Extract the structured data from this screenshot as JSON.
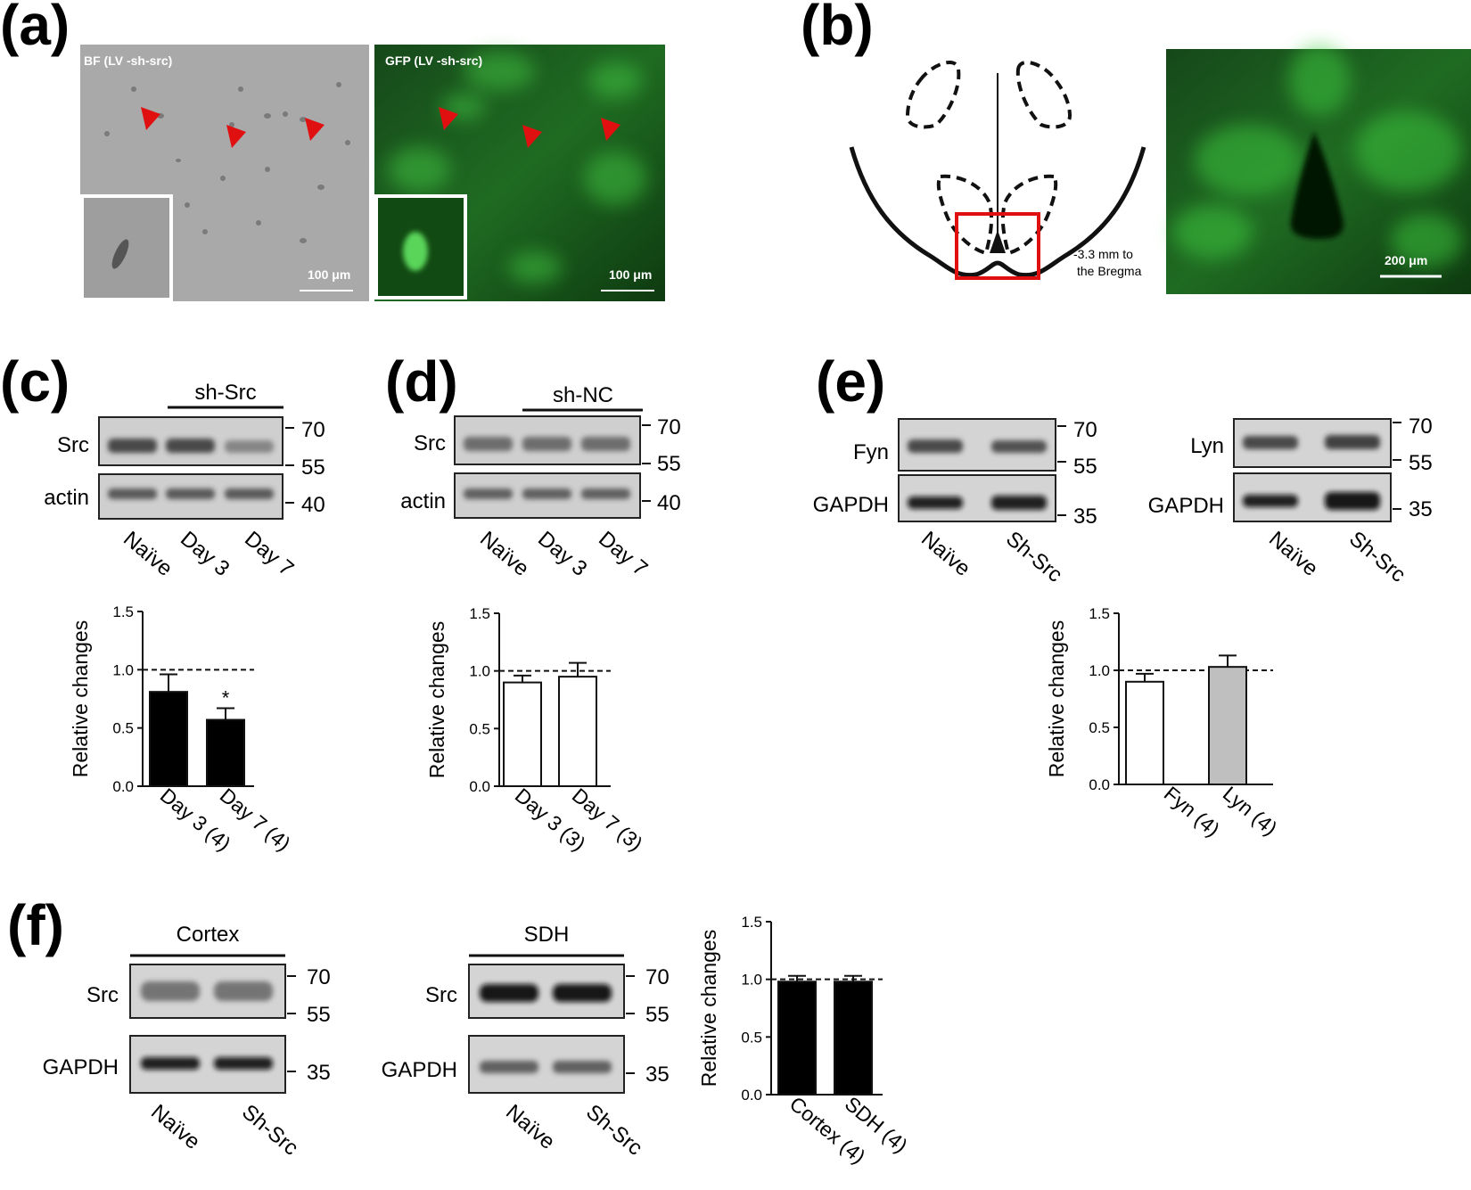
{
  "panels": {
    "a": "(a)",
    "b": "(b)",
    "c": "(c)",
    "d": "(d)",
    "e": "(e)",
    "f": "(f)"
  },
  "a": {
    "bf_label": "BF (LV -sh-src)",
    "gfp_label": "GFP (LV -sh-src)",
    "scale": "100 μm"
  },
  "b": {
    "coord_line1": "-3.3 mm to",
    "coord_line2": "the Bregma",
    "scale": "200 μm"
  },
  "c": {
    "header": "sh-Src",
    "row1": "Src",
    "row2": "actin",
    "mw": [
      "70",
      "55",
      "40"
    ],
    "lanes": [
      "Naïve",
      "Day 3",
      "Day 7"
    ]
  },
  "d": {
    "header": "sh-NC",
    "row1": "Src",
    "row2": "actin",
    "mw": [
      "70",
      "55",
      "40"
    ],
    "lanes": [
      "Naïve",
      "Day 3",
      "Day 7"
    ]
  },
  "e": {
    "left": {
      "row1": "Fyn",
      "row2": "GAPDH",
      "mw": [
        "70",
        "55",
        "35"
      ],
      "lanes": [
        "Naïve",
        "Sh-Src"
      ]
    },
    "right": {
      "row1": "Lyn",
      "row2": "GAPDH",
      "mw": [
        "70",
        "55",
        "35"
      ],
      "lanes": [
        "Naïve",
        "Sh-Src"
      ]
    }
  },
  "f": {
    "left": {
      "header": "Cortex",
      "row1": "Src",
      "row2": "GAPDH",
      "mw": [
        "70",
        "55",
        "35"
      ],
      "lanes": [
        "Naïve",
        "Sh-Src"
      ]
    },
    "right": {
      "header": "SDH",
      "row1": "Src",
      "row2": "GAPDH",
      "mw": [
        "70",
        "55",
        "35"
      ],
      "lanes": [
        "Naïve",
        "Sh-Src"
      ]
    }
  },
  "chart_data": [
    {
      "id": "c",
      "type": "bar",
      "categories": [
        "Day 3 (4)",
        "Day 7 (4)"
      ],
      "values": [
        0.81,
        0.57
      ],
      "errors": [
        0.15,
        0.1
      ],
      "colors": [
        "#000000",
        "#000000"
      ],
      "significance": [
        "",
        "*"
      ],
      "ylabel": "Relative changes",
      "ylim": [
        0,
        1.5
      ],
      "yticks": [
        "0.0",
        "0.5",
        "1.0",
        "1.5"
      ],
      "reference_line": 1.0
    },
    {
      "id": "d",
      "type": "bar",
      "categories": [
        "Day 3 (3)",
        "Day 7 (3)"
      ],
      "values": [
        0.9,
        0.95
      ],
      "errors": [
        0.06,
        0.12
      ],
      "colors": [
        "#ffffff",
        "#ffffff"
      ],
      "significance": [
        "",
        ""
      ],
      "ylabel": "Relative changes",
      "ylim": [
        0,
        1.5
      ],
      "yticks": [
        "0.0",
        "0.5",
        "1.0",
        "1.5"
      ],
      "reference_line": 1.0
    },
    {
      "id": "e",
      "type": "bar",
      "categories": [
        "Fyn (4)",
        "Lyn (4)"
      ],
      "values": [
        0.9,
        1.03
      ],
      "errors": [
        0.07,
        0.1
      ],
      "colors": [
        "#ffffff",
        "#bfbfbf"
      ],
      "significance": [
        "",
        ""
      ],
      "ylabel": "Relative changes",
      "ylim": [
        0,
        1.5
      ],
      "yticks": [
        "0.0",
        "0.5",
        "1.0",
        "1.5"
      ],
      "reference_line": 1.0
    },
    {
      "id": "f",
      "type": "bar",
      "categories": [
        "Cortex (4)",
        "SDH (4)"
      ],
      "values": [
        0.98,
        0.98
      ],
      "errors": [
        0.05,
        0.05
      ],
      "colors": [
        "#000000",
        "#000000"
      ],
      "significance": [
        "",
        ""
      ],
      "ylabel": "Relative changes",
      "ylim": [
        0,
        1.5
      ],
      "yticks": [
        "0.0",
        "0.5",
        "1.0",
        "1.5"
      ],
      "reference_line": 1.0
    }
  ]
}
